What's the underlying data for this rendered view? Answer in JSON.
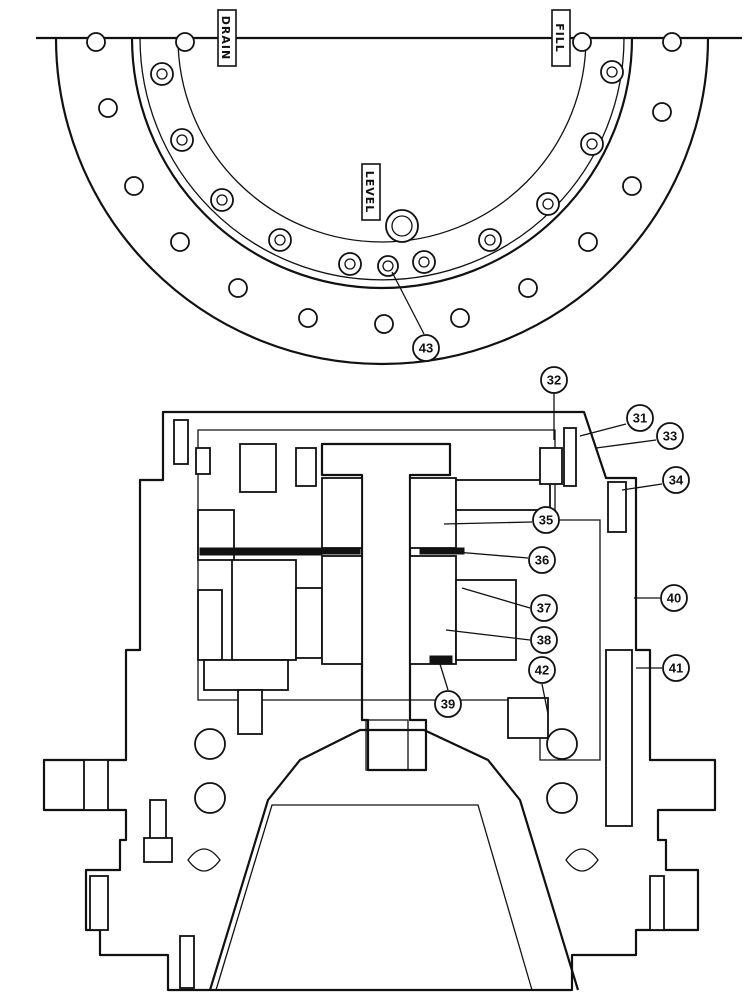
{
  "port_labels": {
    "drain": "DRAIN",
    "fill": "FILL",
    "level": "LEVEL"
  },
  "callouts": [
    "43",
    "32",
    "31",
    "33",
    "34",
    "35",
    "36",
    "40",
    "37",
    "38",
    "41",
    "42",
    "39"
  ]
}
